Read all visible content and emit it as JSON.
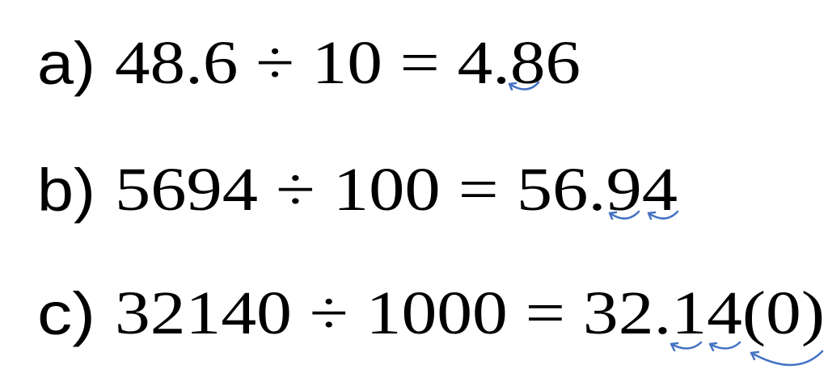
{
  "problems": [
    {
      "label": "a)",
      "expression": "48.6 ÷ 10 = 4.86"
    },
    {
      "label": "b)",
      "expression": "5694 ÷ 100 = 56.94"
    },
    {
      "label": "c)",
      "expression": "32140 ÷ 1000 = 32.14(0)"
    }
  ],
  "annotation_color": "#4472c4"
}
